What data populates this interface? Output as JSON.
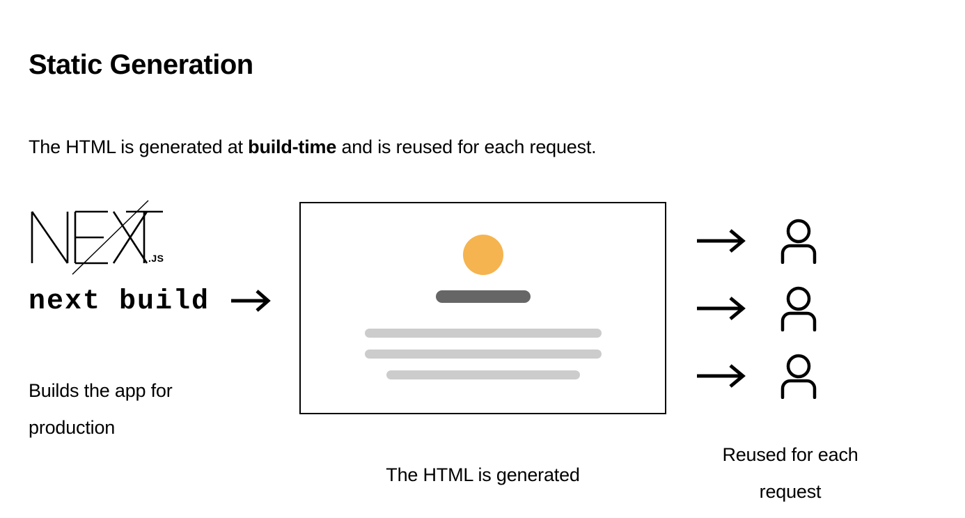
{
  "heading": {
    "title": "Static Generation"
  },
  "subtitle": {
    "before": "The HTML is generated at ",
    "emphasis": "build-time",
    "after": " and is reused for each request."
  },
  "left_column": {
    "logo_name": "nextjs-logo",
    "logo_wordmark": "NEXT",
    "logo_suffix": ".JS",
    "command": "next build",
    "arrow_glyph": "→",
    "caption": "Builds the app for production"
  },
  "center": {
    "mock_name": "generated-html-page-mock",
    "avatar_color": "#f5b44f",
    "title_bar_color": "#666666",
    "text_line_color": "#cccccc",
    "border_color": "#000000",
    "caption": "The HTML is generated"
  },
  "right_column": {
    "requests": [
      {
        "arrow_glyph": "→",
        "user": "user-1"
      },
      {
        "arrow_glyph": "→",
        "user": "user-2"
      },
      {
        "arrow_glyph": "→",
        "user": "user-3"
      }
    ],
    "caption_line1": "Reused for each",
    "caption_line2": "request"
  }
}
